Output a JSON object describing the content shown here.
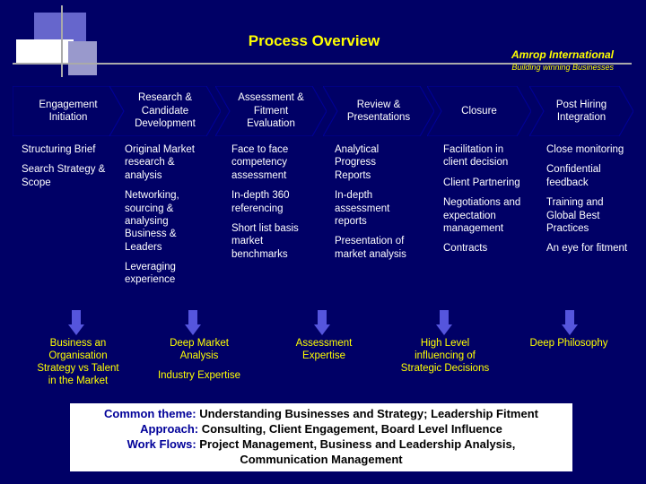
{
  "header": {
    "title": "Process Overview",
    "brand": "Amrop International",
    "tagline": "Building winning Businesses"
  },
  "stages": [
    {
      "label": "Engagement\nInitiation"
    },
    {
      "label": "Research &\nCandidate\nDevelopment"
    },
    {
      "label": "Assessment &\nFitment\nEvaluation"
    },
    {
      "label": "Review &\nPresentations"
    },
    {
      "label": "Closure"
    },
    {
      "label": "Post Hiring\nIntegration"
    }
  ],
  "activities": [
    [
      "Structuring Brief",
      "Search Strategy &\nScope"
    ],
    [
      "Original Market\nresearch &\nanalysis",
      "Networking,\nsourcing &\nanalysing\nBusiness &\nLeaders",
      "Leveraging\nexperience"
    ],
    [
      "Face to face\ncompetency\nassessment",
      "In-depth 360\nreferencing",
      "Short list basis\nmarket\nbenchmarks"
    ],
    [
      "Analytical\nProgress\nReports",
      "In-depth\nassessment\nreports",
      "Presentation of\nmarket analysis"
    ],
    [
      "Facilitation in\nclient decision",
      "Client Partnering",
      "Negotiations and\nexpectation\nmanagement",
      "Contracts"
    ],
    [
      "Close monitoring",
      "Confidential\nfeedback",
      "Training and\nGlobal Best\nPractices",
      "An eye for fitment"
    ]
  ],
  "outcomes": [
    "Business an\nOrganisation\nStrategy vs Talent\nin the Market",
    "Deep Market\nAnalysis",
    "Industry Expertise",
    "Assessment\nExpertise",
    "High Level\ninfluencing of\nStrategic Decisions",
    "Deep Philosophy"
  ],
  "theme": {
    "line1_key": "Common theme:",
    "line1_val": "Understanding Businesses and Strategy; Leadership Fitment",
    "line2_key": "Approach:",
    "line2_val": "Consulting, Client Engagement, Board Level Influence",
    "line3_key": "Work Flows:",
    "line3_val": "Project Management, Business and Leadership Analysis,",
    "line4": "Communication Management"
  },
  "colors": {
    "background": "#000066",
    "accent": "#ffff00",
    "arrow": "#5555dd"
  }
}
